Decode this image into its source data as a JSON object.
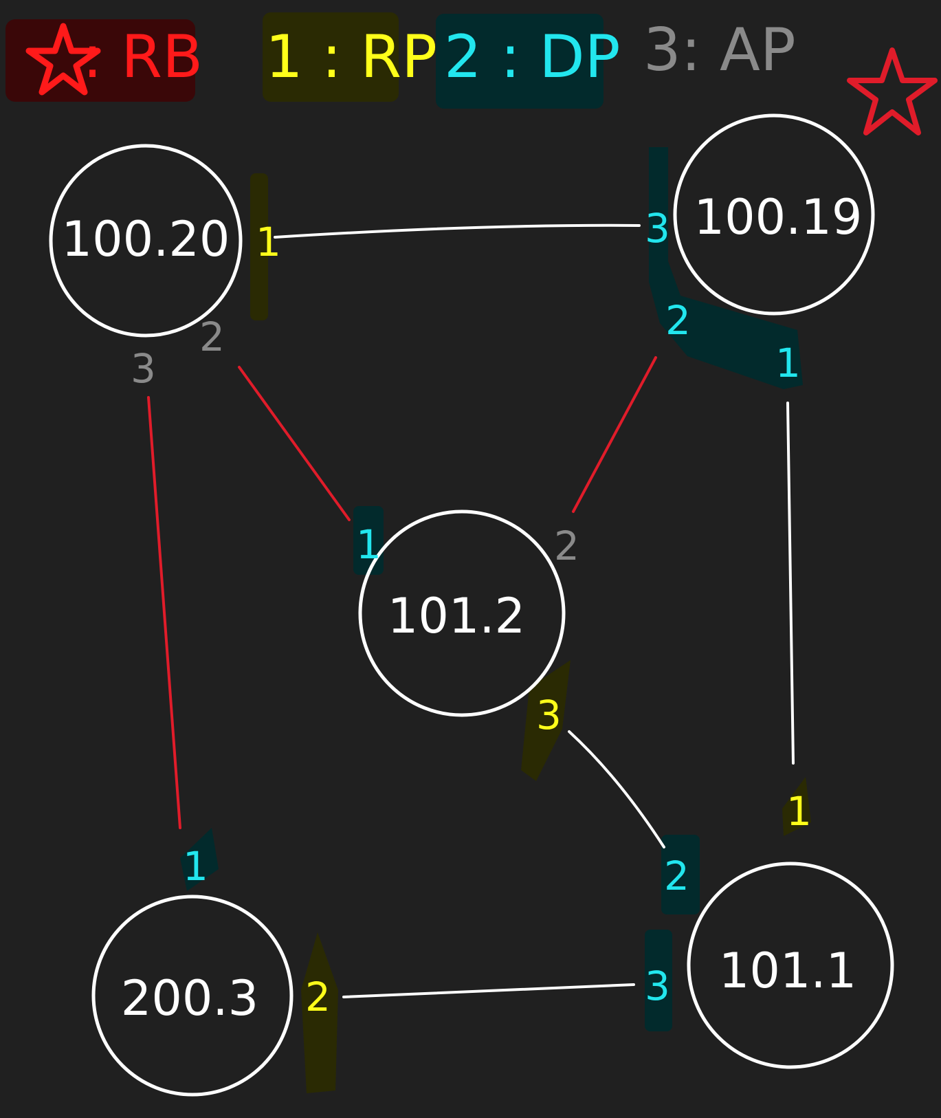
{
  "legend": {
    "root_bridge": {
      "symbol": "star-icon",
      "text": ": RB",
      "color": "#ff1a1a",
      "bg": "#3a0708"
    },
    "root_port": {
      "text": "1 : RP",
      "color": "#ffff1a",
      "bg": "#2a2a03"
    },
    "designated_port": {
      "text": "2 : DP",
      "color": "#22e6ee",
      "bg": "#022a2c"
    },
    "alternate_port": {
      "text": "3: AP",
      "color": "#8a8a8a"
    }
  },
  "nodes": [
    {
      "id": "n1",
      "label": "100.20"
    },
    {
      "id": "n2",
      "label": "100.19",
      "is_root": true
    },
    {
      "id": "n3",
      "label": "101.2"
    },
    {
      "id": "n4",
      "label": "200.3"
    },
    {
      "id": "n5",
      "label": "101.1"
    }
  ],
  "links": [
    {
      "from": "n1",
      "to": "n2",
      "color": "#ffffff"
    },
    {
      "from": "n1",
      "to": "n3",
      "color": "#e01c2a"
    },
    {
      "from": "n2",
      "to": "n3",
      "color": "#e01c2a"
    },
    {
      "from": "n1",
      "to": "n4",
      "color": "#e01c2a"
    },
    {
      "from": "n2",
      "to": "n5",
      "color": "#ffffff"
    },
    {
      "from": "n3",
      "to": "n5",
      "color": "#ffffff"
    },
    {
      "from": "n4",
      "to": "n5",
      "color": "#ffffff"
    }
  ],
  "ports": [
    {
      "node": "n1",
      "num": "1",
      "role": "RP"
    },
    {
      "node": "n1",
      "num": "2",
      "role": "AP"
    },
    {
      "node": "n1",
      "num": "3",
      "role": "AP"
    },
    {
      "node": "n2",
      "num": "3",
      "role": "DP"
    },
    {
      "node": "n2",
      "num": "2",
      "role": "DP"
    },
    {
      "node": "n2",
      "num": "1",
      "role": "DP"
    },
    {
      "node": "n3",
      "num": "1",
      "role": "DP"
    },
    {
      "node": "n3",
      "num": "2",
      "role": "AP"
    },
    {
      "node": "n3",
      "num": "3",
      "role": "RP"
    },
    {
      "node": "n4",
      "num": "1",
      "role": "DP"
    },
    {
      "node": "n4",
      "num": "2",
      "role": "RP"
    },
    {
      "node": "n5",
      "num": "1",
      "role": "RP"
    },
    {
      "node": "n5",
      "num": "2",
      "role": "DP"
    },
    {
      "node": "n5",
      "num": "3",
      "role": "DP"
    }
  ],
  "role_colors": {
    "RP": {
      "color": "#ffff1a",
      "bg": "#2a2a03"
    },
    "DP": {
      "color": "#22e6ee",
      "bg": "#022a2c"
    },
    "AP": {
      "color": "#8a8a8a",
      "bg": "none"
    }
  },
  "root_marker": {
    "icon": "star-icon",
    "color": "#e01c2a"
  }
}
